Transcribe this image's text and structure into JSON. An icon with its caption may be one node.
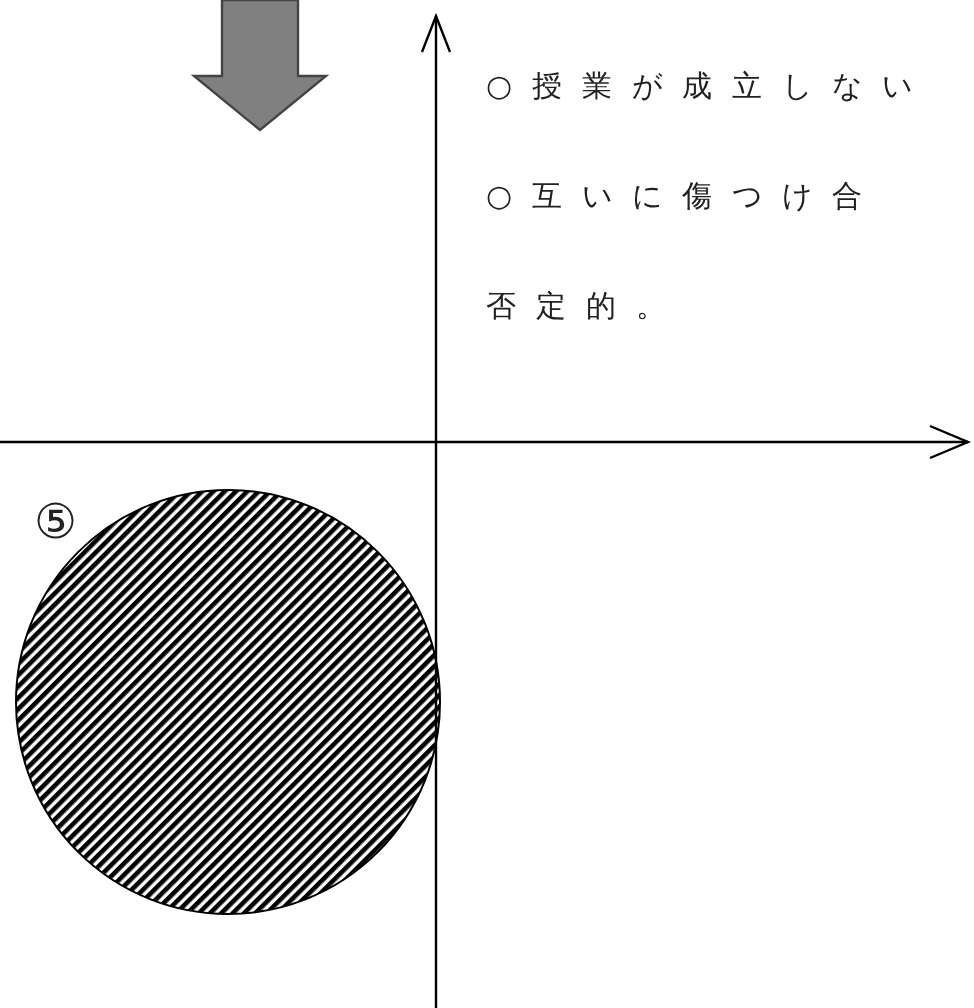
{
  "diagram": {
    "labels": [
      "○授業が成立しない",
      "○互いに傷つけ合",
      "否定的。",
      "⑤"
    ]
  }
}
